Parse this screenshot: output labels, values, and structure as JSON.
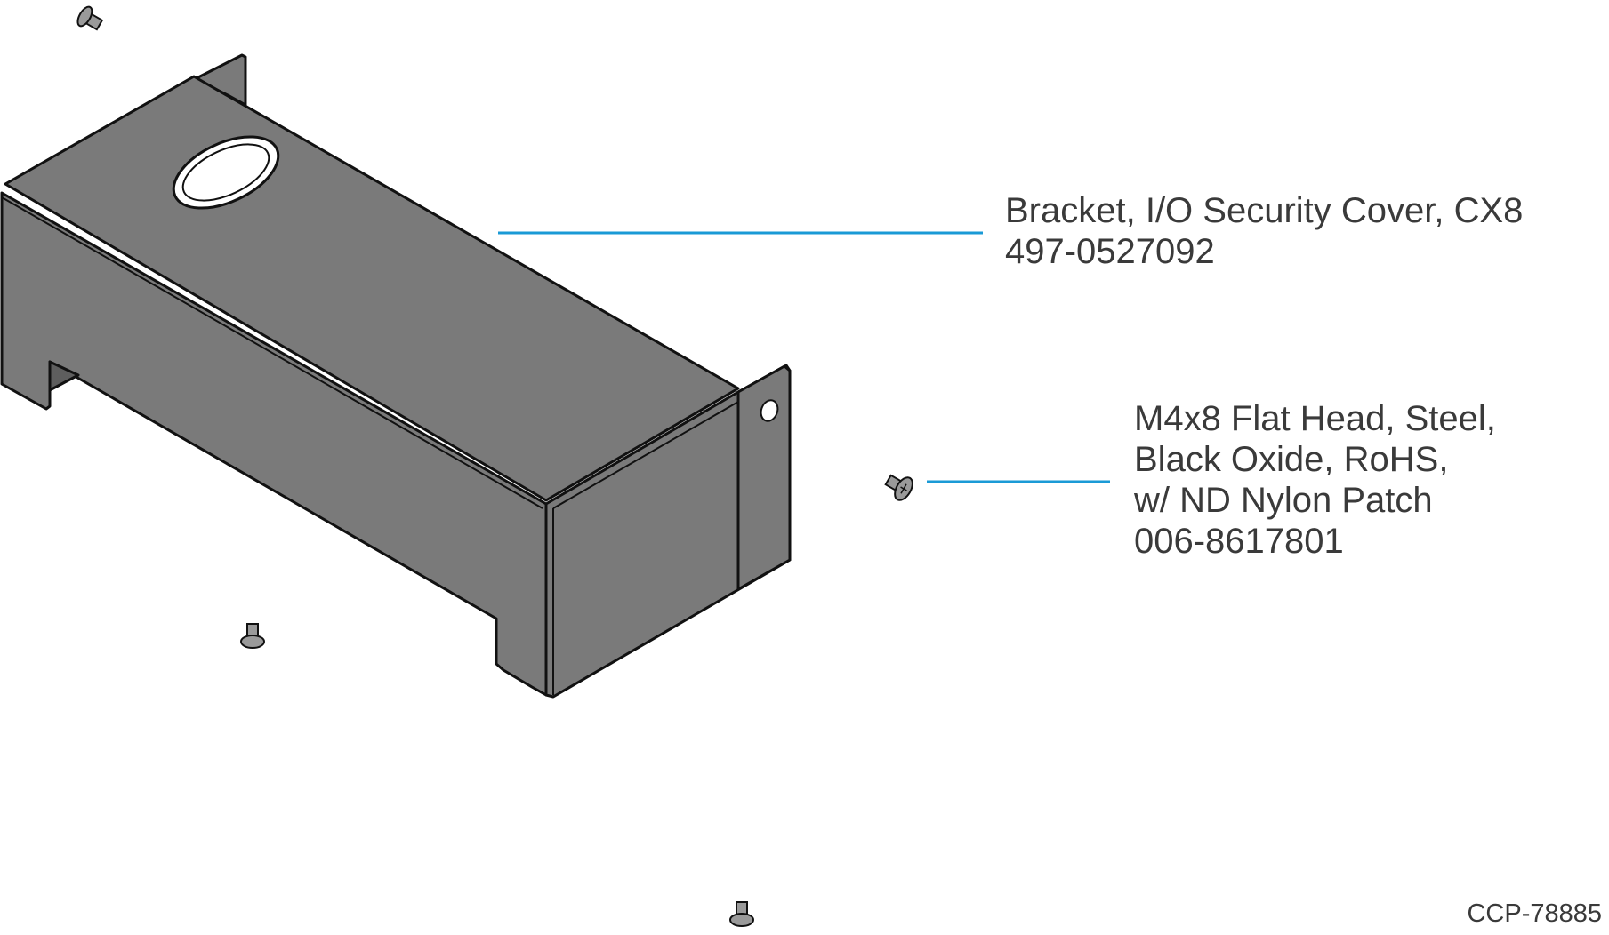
{
  "diagram": {
    "colors": {
      "part_fill": "#7a7a7a",
      "part_fill_dark": "#6a6a6a",
      "outline": "#111111",
      "leader": "#1a9ad6",
      "screw_fill": "#9a9a9a",
      "text": "#3a3a3a"
    },
    "callouts": {
      "bracket": {
        "name": "Bracket, I/O Security Cover, CX8",
        "part_number": "497-0527092"
      },
      "screw": {
        "line1": "M4x8 Flat Head, Steel,",
        "line2": "Black Oxide, RoHS,",
        "line3": "w/ ND Nylon Patch",
        "part_number": "006-8617801"
      }
    },
    "document_id": "CCP-78885"
  }
}
